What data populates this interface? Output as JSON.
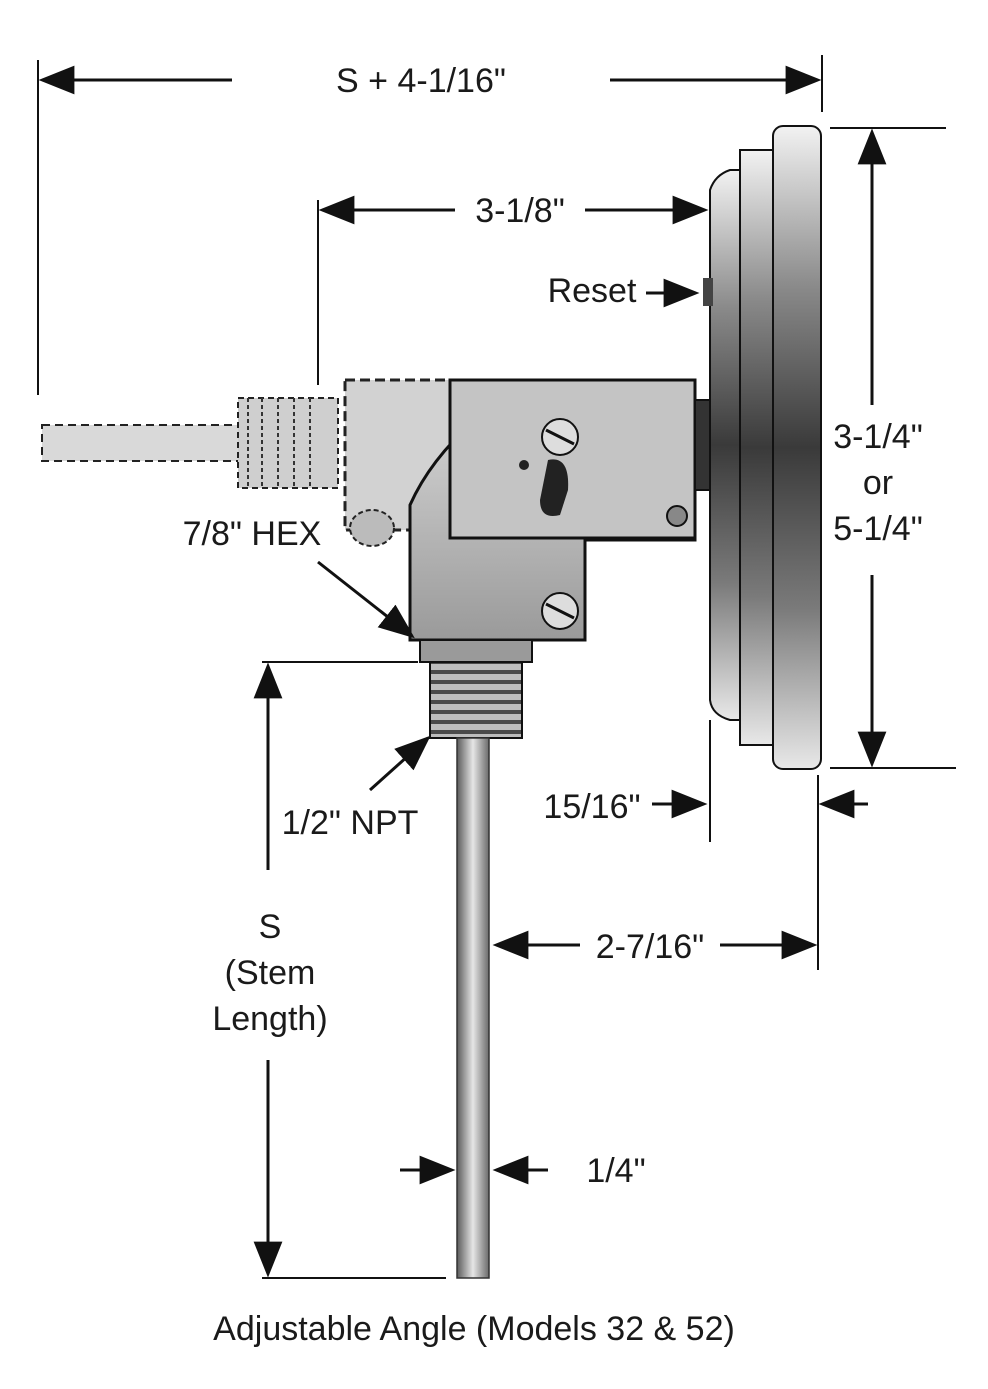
{
  "diagram": {
    "caption": "Adjustable Angle (Models 32 & 52)",
    "labels": {
      "overall_length": "S + 4-1/16\"",
      "case_to_back": "3-1/8\"",
      "reset": "Reset",
      "dial_size_a": "3-1/4\"",
      "dial_or": "or",
      "dial_size_b": "5-1/4\"",
      "hex": "7/8\" HEX",
      "npt": "1/2\" NPT",
      "case_depth": "15/16\"",
      "stem_offset": "2-7/16\"",
      "stem_s": "S",
      "stem_paren_1": "(Stem",
      "stem_paren_2": "Length)",
      "stem_diameter": "1/4\""
    }
  }
}
